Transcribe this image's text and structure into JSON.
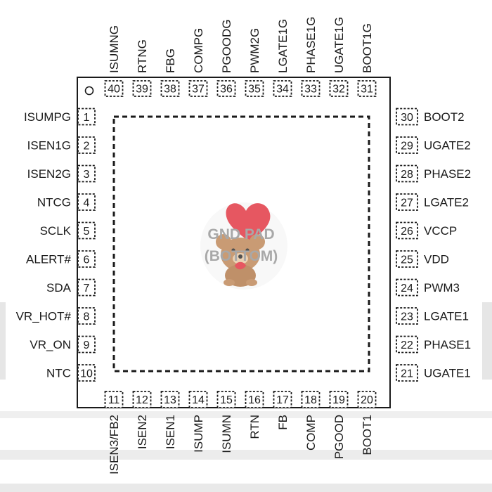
{
  "pad": {
    "line1": "GND PAD",
    "line2": "(BOTTOM)"
  },
  "pins": {
    "top": [
      {
        "num": "40",
        "name": "ISUMNG"
      },
      {
        "num": "39",
        "name": "RTNG"
      },
      {
        "num": "38",
        "name": "FBG"
      },
      {
        "num": "37",
        "name": "COMPG"
      },
      {
        "num": "36",
        "name": "PGOODG"
      },
      {
        "num": "35",
        "name": "PWM2G"
      },
      {
        "num": "34",
        "name": "LGATE1G"
      },
      {
        "num": "33",
        "name": "PHASE1G"
      },
      {
        "num": "32",
        "name": "UGATE1G"
      },
      {
        "num": "31",
        "name": "BOOT1G"
      }
    ],
    "left": [
      {
        "num": "1",
        "name": "ISUMPG"
      },
      {
        "num": "2",
        "name": "ISEN1G"
      },
      {
        "num": "3",
        "name": "ISEN2G"
      },
      {
        "num": "4",
        "name": "NTCG"
      },
      {
        "num": "5",
        "name": "SCLK"
      },
      {
        "num": "6",
        "name": "ALERT#"
      },
      {
        "num": "7",
        "name": "SDA"
      },
      {
        "num": "8",
        "name": "VR_HOT#"
      },
      {
        "num": "9",
        "name": "VR_ON"
      },
      {
        "num": "10",
        "name": "NTC"
      }
    ],
    "right": [
      {
        "num": "30",
        "name": "BOOT2"
      },
      {
        "num": "29",
        "name": "UGATE2"
      },
      {
        "num": "28",
        "name": "PHASE2"
      },
      {
        "num": "27",
        "name": "LGATE2"
      },
      {
        "num": "26",
        "name": "VCCP"
      },
      {
        "num": "25",
        "name": "VDD"
      },
      {
        "num": "24",
        "name": "PWM3"
      },
      {
        "num": "23",
        "name": "LGATE1"
      },
      {
        "num": "22",
        "name": "PHASE1"
      },
      {
        "num": "21",
        "name": "UGATE1"
      }
    ],
    "bottom": [
      {
        "num": "11",
        "name": "ISEN3/FB2"
      },
      {
        "num": "12",
        "name": "ISEN2"
      },
      {
        "num": "13",
        "name": "ISEN1"
      },
      {
        "num": "14",
        "name": "ISUMP"
      },
      {
        "num": "15",
        "name": "ISUMN"
      },
      {
        "num": "16",
        "name": "RTN"
      },
      {
        "num": "17",
        "name": "FB"
      },
      {
        "num": "18",
        "name": "COMP"
      },
      {
        "num": "19",
        "name": "PGOOD"
      },
      {
        "num": "20",
        "name": "BOOT1"
      }
    ]
  },
  "colors": {
    "line": "#1a1a1a",
    "watermark_gray": "#e6e6e6",
    "heart": "#e23a46",
    "bear": "#c08a5c"
  }
}
